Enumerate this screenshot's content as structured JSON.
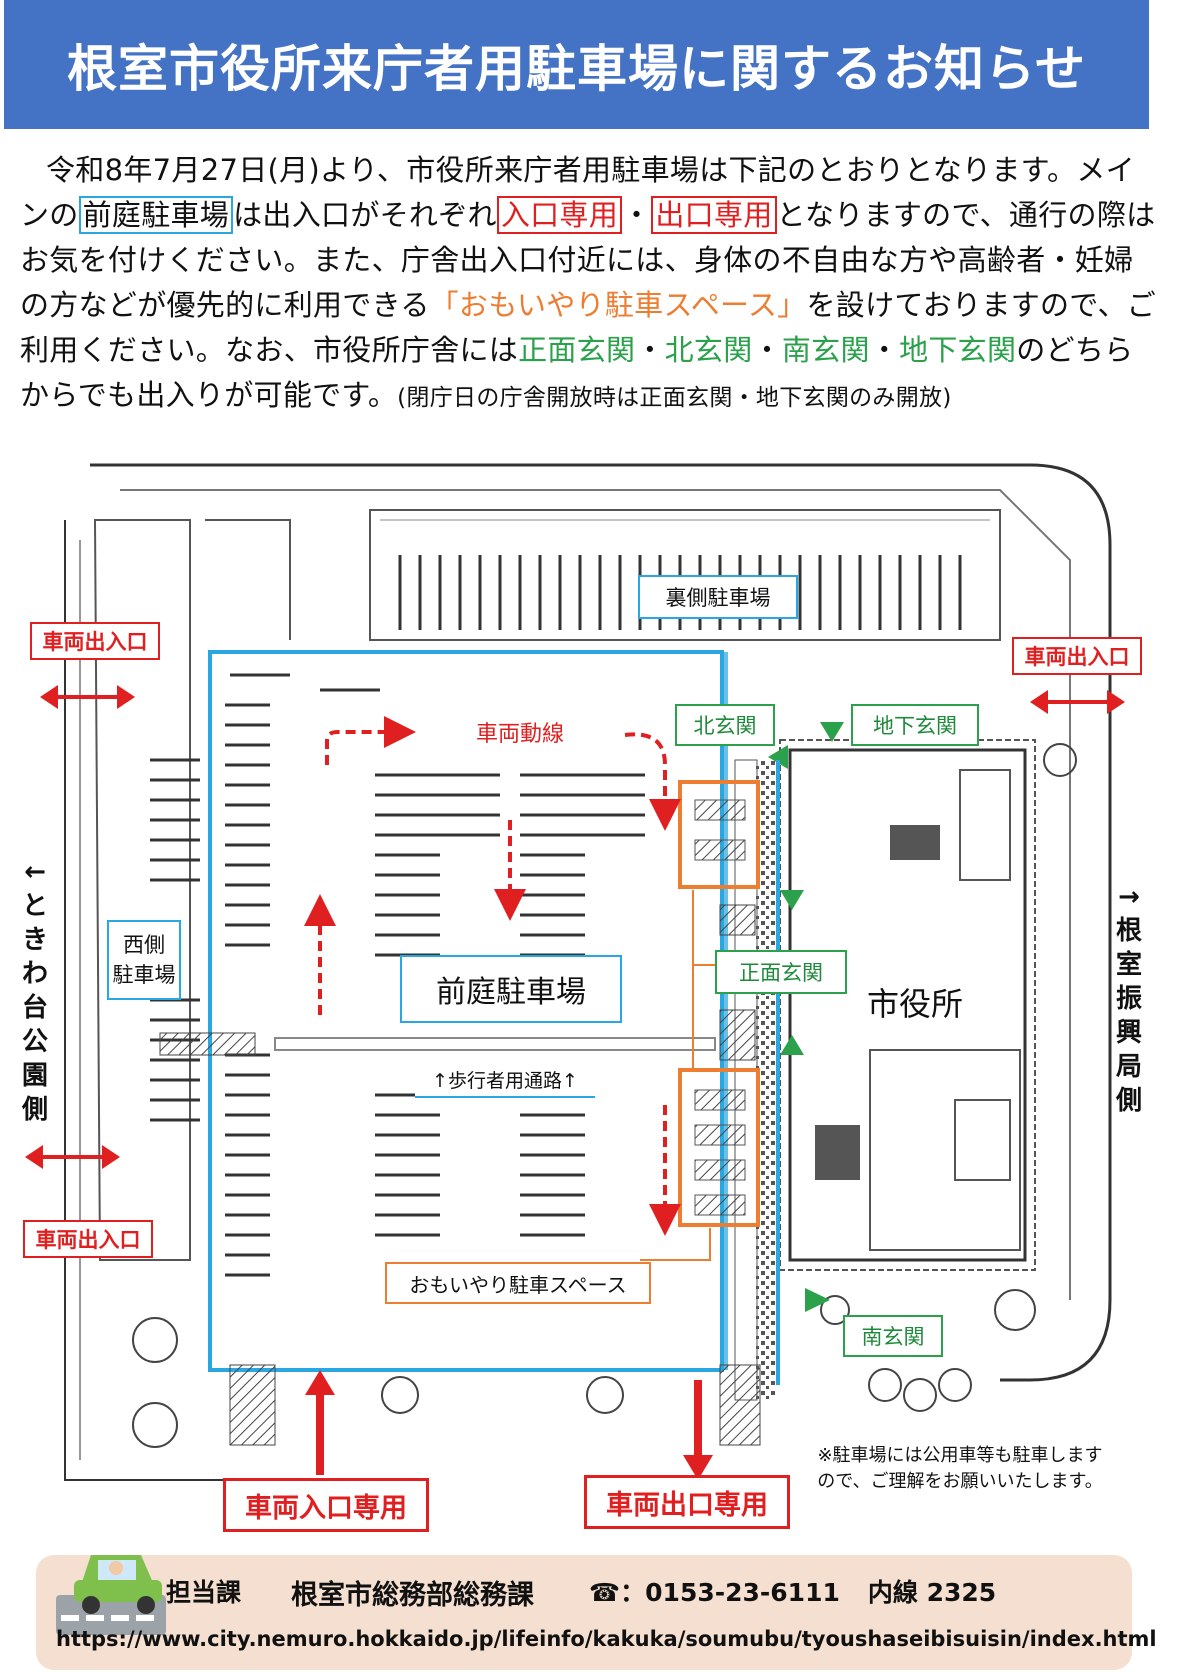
{
  "header": {
    "title": "根室市役所来庁者用駐車場に関するお知らせ"
  },
  "intro": {
    "p1": "令和8年7月27日(月)より、市役所来庁者用駐車場は下記のとおりとなります。メインの",
    "front_lot": "前庭駐車場",
    "p2": "は出入口がそれぞれ",
    "entry_only": "入口専用",
    "dot1": "・",
    "exit_only": "出口専用",
    "p3": "となりますので、通行の際はお気を付けください。また、庁舎出入口付近には、身体の不自由な方や高齢者・妊婦の方などが優先的に利用できる",
    "omoiyari": "「おもいやり駐車スペース」",
    "p4": "を設けておりますので、ご利用ください。なお、市役所庁舎には",
    "e_front": "正面玄関",
    "dot2": "・",
    "e_north": "北玄関",
    "dot3": "・",
    "e_south": "南玄関",
    "dot4": "・",
    "e_basement": "地下玄関",
    "p5": "のどちらからでも出入りが可能です。",
    "p6": "(閉庁日の庁舎開放時は正面玄関・地下玄関のみ開放)"
  },
  "map": {
    "back_lot": "裏側駐車場",
    "vehicle_gate_1": "車両出入口",
    "vehicle_gate_2": "車両出入口",
    "vehicle_gate_3": "車両出入口",
    "traffic_flow": "車両動線",
    "north_entrance": "北玄関",
    "basement_entrance": "地下玄関",
    "west_lot": "西側\n駐車場",
    "front_lot": "前庭駐車場",
    "front_entrance": "正面玄関",
    "city_hall": "市役所",
    "walkway": "↑歩行者用通路↑",
    "omoiyari_space": "おもいやり駐車スペース",
    "south_entrance": "南玄関",
    "left_side": "←ときわ台公園側",
    "right_side": "→根室振興局側",
    "entry_only": "車両入口専用",
    "exit_only": "車両出口専用",
    "note": "※駐車場には公用車等も駐車しますので、ご理解をお願いいたします。"
  },
  "footer": {
    "dept_label": "担当課",
    "dept_name": "根室市総務部総務課",
    "phone": "☎：0153-23-6111",
    "ext": "内線 2325",
    "url": "https://www.city.nemuro.hokkaido.jp/lifeinfo/kakuka/soumubu/tyoushaseibisuisin/index.html"
  },
  "colors": {
    "header": "#4472c4",
    "red": "#e02020",
    "green": "#2aa14a",
    "blue": "#2aa7e0",
    "orange": "#ed7d31",
    "footer_bg": "#f4dfd0"
  },
  "icons": {
    "car": "car-icon",
    "phone": "phone-icon"
  }
}
